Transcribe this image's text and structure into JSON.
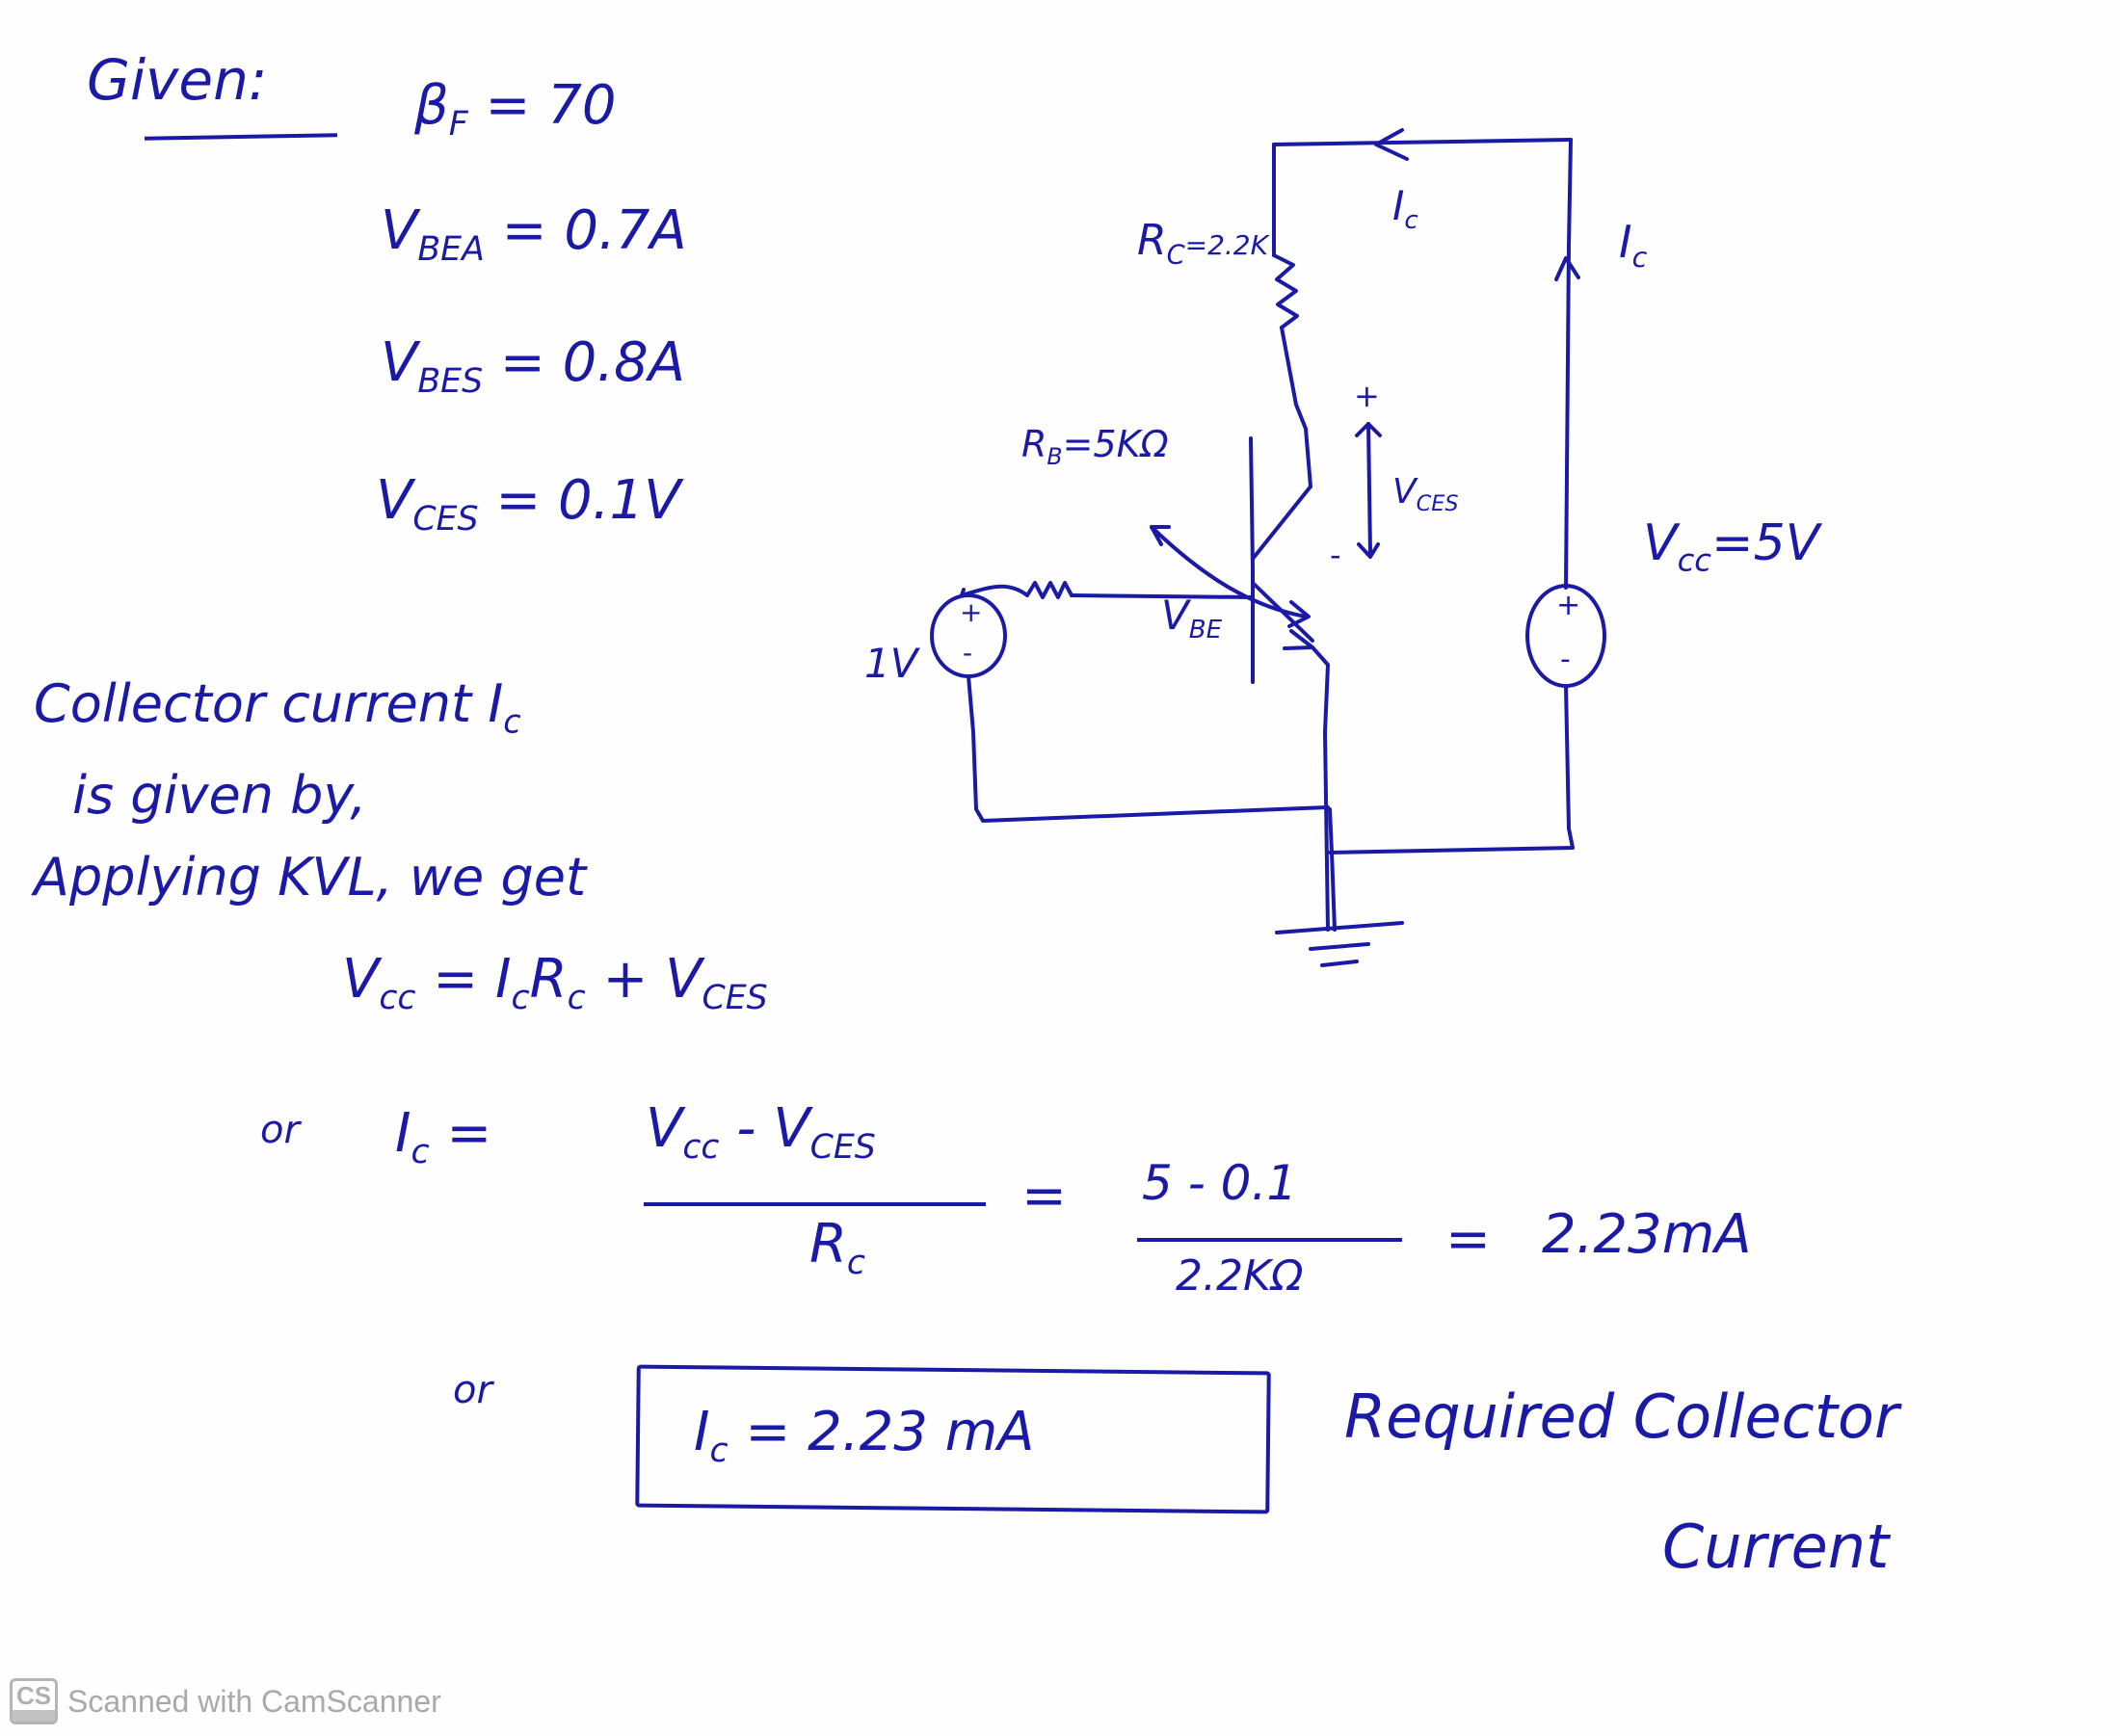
{
  "heading": "Given:",
  "given": [
    {
      "symbol": "β",
      "sub": "F",
      "eq": " = 70"
    },
    {
      "symbol": "V",
      "sub": "BEA",
      "eq": " = 0.7A"
    },
    {
      "symbol": "V",
      "sub": "BES",
      "eq": " = 0.8A"
    },
    {
      "symbol": "V",
      "sub": "CES",
      "eq": " = 0.1V"
    }
  ],
  "circuit": {
    "rc_label": "R",
    "rc_sub": "C",
    "rc_value": "=2.2K",
    "rb_label": "R",
    "rb_sub": "B",
    "rb_value": "=5KΩ",
    "ic_top": "I",
    "ic_top_sub": "c",
    "ic_right": "I",
    "ic_right_sub": "c",
    "vces_label": "V",
    "vces_sub": "CES",
    "vbe_label": "V",
    "vbe_sub": "BE",
    "vcc_label": "V",
    "vcc_sub": "cc",
    "vcc_value": "=5V",
    "v1_label": "1V",
    "plus": "+",
    "minus": "-"
  },
  "explanation": {
    "line1": "Collector current I",
    "line1_sub": "c",
    "line2": "is given by,",
    "line3": "Applying KVL, we get"
  },
  "kvl": {
    "lhs": "V",
    "lhs_sub": "cc",
    "eq": " = I",
    "ic_sub": "c",
    "r": "R",
    "r_sub": "c",
    "plus": " + V",
    "vces_sub": "CES"
  },
  "solution": {
    "or1": "or",
    "ic": "I",
    "ic_sub": "c",
    "eq1": " =",
    "num1": "V",
    "num1_sub": "cc",
    "num1_minus": " - V",
    "num1_sub2": "CES",
    "den1": "R",
    "den1_sub": "c",
    "eq2": "=",
    "num2": "5 - 0.1",
    "den2": "2.2KΩ",
    "eq3": "=",
    "result": "2.23mA"
  },
  "answer": {
    "or2": "or",
    "ic": "I",
    "ic_sub": "c",
    "value": " = 2.23 mA",
    "note_line1": "Required Collector",
    "note_line2": "Current"
  },
  "watermark": {
    "logo": "CS",
    "text": "Scanned with CamScanner"
  },
  "colors": {
    "ink": "#1a1aa6",
    "watermark": "#a9a9a9"
  }
}
